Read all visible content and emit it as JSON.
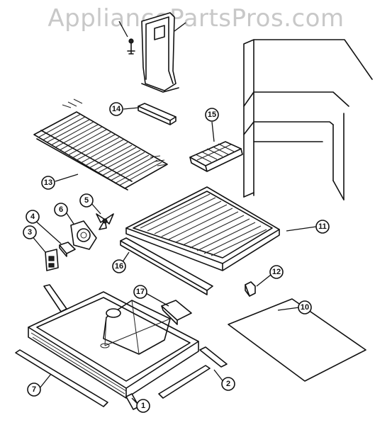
{
  "watermark": "AppliancePartsPros.com",
  "callouts": [
    {
      "id": "c1",
      "label": "1"
    },
    {
      "id": "c2",
      "label": "2"
    },
    {
      "id": "c3",
      "label": "3"
    },
    {
      "id": "c4",
      "label": "4"
    },
    {
      "id": "c5",
      "label": "5"
    },
    {
      "id": "c6",
      "label": "6"
    },
    {
      "id": "c7",
      "label": "7"
    },
    {
      "id": "c10",
      "label": "10"
    },
    {
      "id": "c11",
      "label": "11"
    },
    {
      "id": "c12",
      "label": "12"
    },
    {
      "id": "c13",
      "label": "13"
    },
    {
      "id": "c14",
      "label": "14"
    },
    {
      "id": "c15",
      "label": "15"
    },
    {
      "id": "c16",
      "label": "16"
    },
    {
      "id": "c17",
      "label": "17"
    }
  ]
}
